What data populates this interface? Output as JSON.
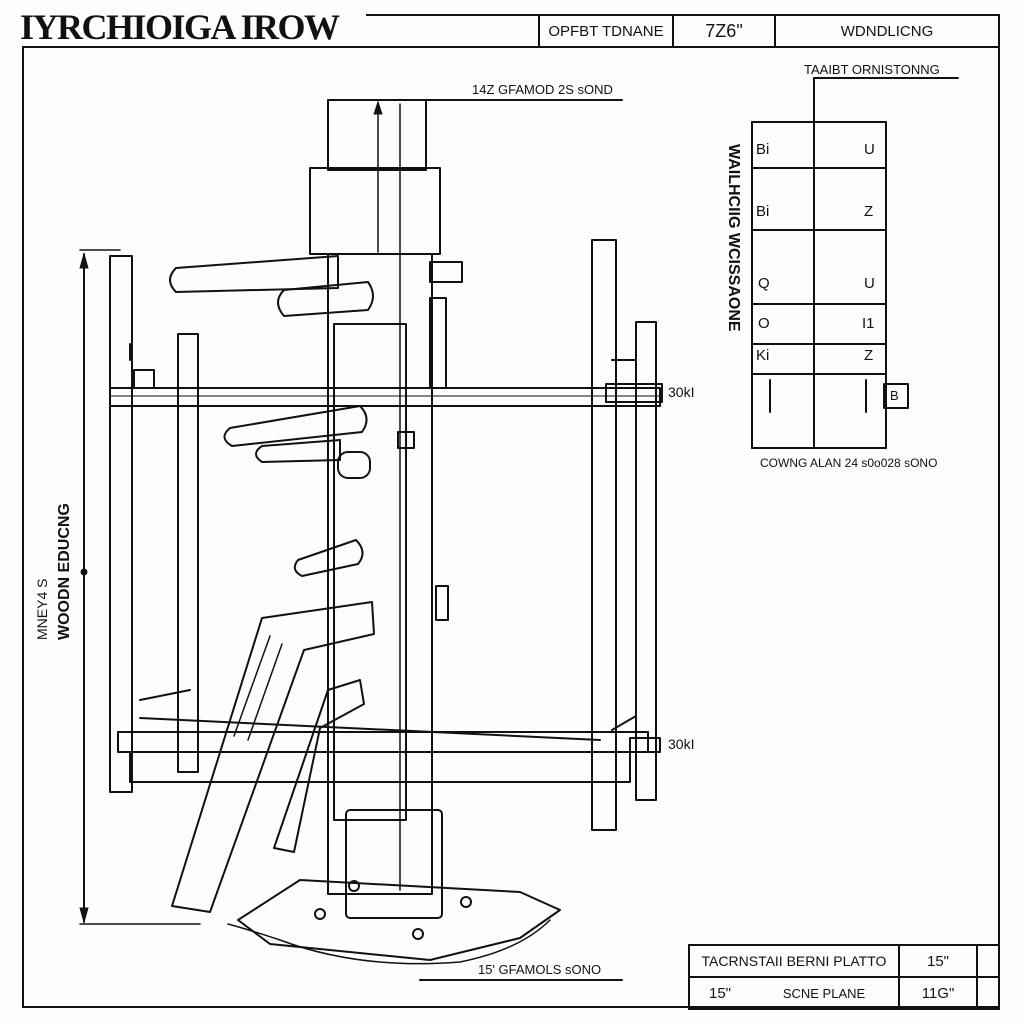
{
  "header": {
    "title": "IYRCHIOIGA IROW",
    "box_1": "OPFBT TDNANE",
    "box_2": "7Z6\"",
    "box_3": "WDNDLICNG"
  },
  "dimensions": {
    "top_label": "14Z GFAMOD 2S sOND",
    "bottom_label": "15' GFAMOLS sONO",
    "left_label": "WOODN EDUCNG",
    "left_label_2": "MNEY4 S",
    "right_label_1": "30kI",
    "right_label_2": "30kI"
  },
  "detail": {
    "title": "TAAIBT ORNISTONNG",
    "vertical_label": "WAILHCIIG WCISSAONE",
    "row_labels_left": [
      "Bi",
      "Bi",
      "Q",
      "O",
      "Ki"
    ],
    "row_labels_right": [
      "U",
      "Z",
      "U",
      "I1",
      "Z"
    ],
    "bottom_note": "COWNG ALAN 24 s0o028 sONO",
    "callout": "B"
  },
  "title_block": {
    "name": "TACRNSTAII BERNI PLATTO",
    "value_1": "15\"",
    "value_2": "15\"",
    "scale": "SCNE PLANE",
    "value_3": "11G\""
  }
}
